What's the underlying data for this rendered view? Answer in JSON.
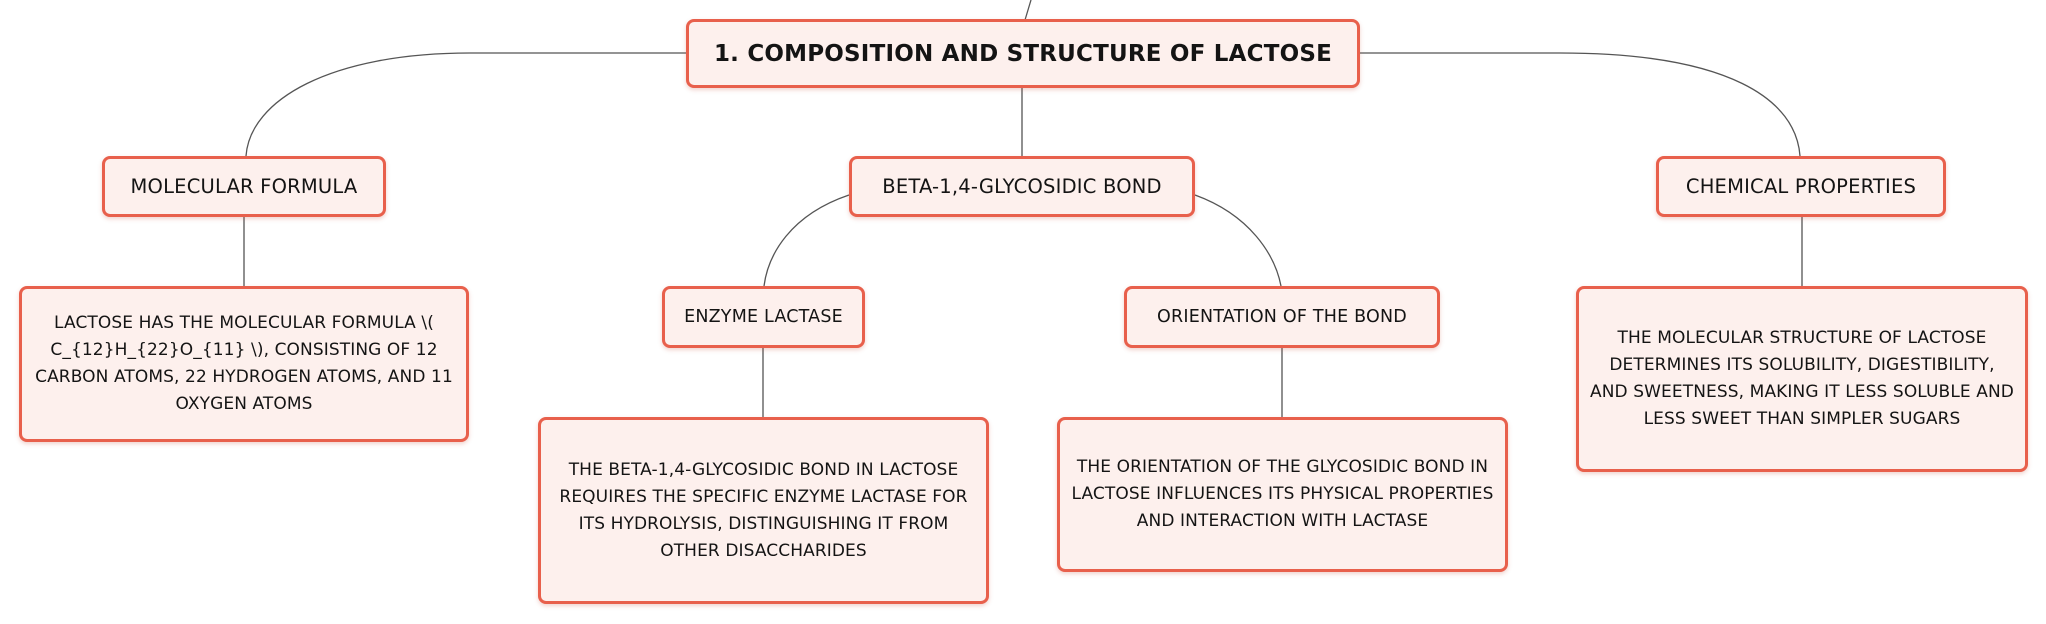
{
  "diagram": {
    "root": {
      "label": "1. COMPOSITION AND STRUCTURE OF LACTOSE"
    },
    "molecular_formula": {
      "label": "MOLECULAR FORMULA",
      "detail": "LACTOSE HAS THE MOLECULAR FORMULA \\( C_{12}H_{22}O_{11} \\), CONSISTING OF 12 CARBON ATOMS, 22 HYDROGEN ATOMS, AND 11 OXYGEN ATOMS"
    },
    "glycosidic_bond": {
      "label": "BETA-1,4-GLYCOSIDIC BOND",
      "enzyme": {
        "label": "ENZYME LACTASE",
        "detail": "THE BETA-1,4-GLYCOSIDIC BOND IN LACTOSE REQUIRES THE SPECIFIC ENZYME LACTASE FOR ITS HYDROLYSIS, DISTINGUISHING IT FROM OTHER DISACCHARIDES"
      },
      "orientation": {
        "label": "ORIENTATION OF THE BOND",
        "detail": "THE ORIENTATION OF THE GLYCOSIDIC BOND IN LACTOSE INFLUENCES ITS PHYSICAL PROPERTIES AND INTERACTION WITH LACTASE"
      }
    },
    "chemical_properties": {
      "label": "CHEMICAL PROPERTIES",
      "detail": "THE MOLECULAR STRUCTURE OF LACTOSE DETERMINES ITS SOLUBILITY, DIGESTIBILITY, AND SWEETNESS, MAKING IT LESS SOLUBLE AND LESS SWEET THAN SIMPLER SUGARS"
    }
  }
}
